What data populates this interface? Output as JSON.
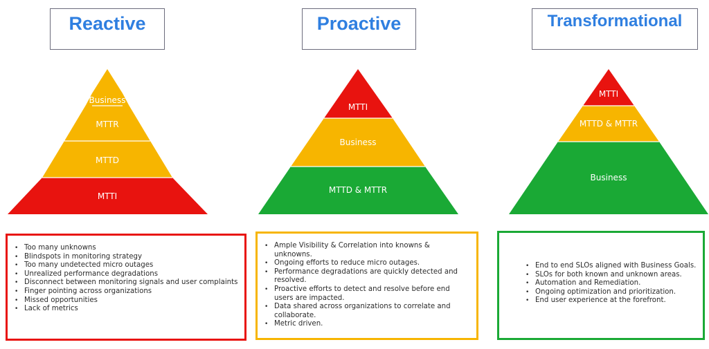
{
  "colors": {
    "title": "#2f7fe0",
    "red": "#e8130f",
    "amber": "#f7b500",
    "green": "#1aa935"
  },
  "columns": [
    {
      "title": "Reactive",
      "tiers": [
        "Business",
        "MTTR",
        "MTTD",
        "MTTI"
      ],
      "box_color": "red",
      "bullets": [
        "Too many unknowns",
        "Blindspots in monitoring strategy",
        "Too many undetected micro outages",
        "Unrealized performance degradations",
        "Disconnect between monitoring signals and user complaints",
        "Finger pointing across organizations",
        "Missed opportunities",
        "Lack of  metrics"
      ]
    },
    {
      "title": "Proactive",
      "tiers": [
        "MTTI",
        "Business",
        "MTTD & MTTR"
      ],
      "box_color": "amber",
      "bullets": [
        "Ample Visibility & Correlation into knowns & unknowns.",
        "Ongoing efforts to reduce micro outages.",
        "Performance degradations are quickly detected and resolved.",
        "Proactive efforts to detect and resolve before end users are  impacted.",
        "Data shared across organizations to correlate and collaborate.",
        "Metric driven."
      ]
    },
    {
      "title": "Transformational",
      "tiers": [
        "MTTI",
        "MTTD & MTTR",
        "Business"
      ],
      "box_color": "green",
      "bullets": [
        "End to end SLOs aligned with Business Goals.",
        "SLOs for both known and unknown areas.",
        "Automation and Remediation.",
        "Ongoing optimization and prioritization.",
        "End user experience at the forefront."
      ]
    }
  ]
}
